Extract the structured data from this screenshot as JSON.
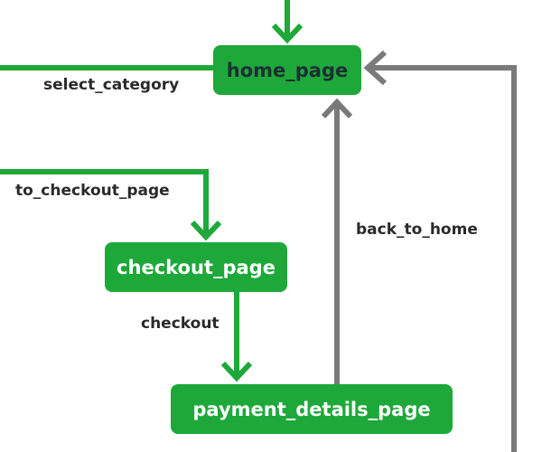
{
  "diagram": {
    "nodes": {
      "home": "home_page",
      "checkout": "checkout_page",
      "payment": "payment_details_page"
    },
    "edges": {
      "select_category": "select_category",
      "to_checkout_page": "to_checkout_page",
      "checkout": "checkout",
      "back_to_home": "back_to_home"
    },
    "colors": {
      "node_fill": "#1ea83a",
      "forward_edge": "#1ea83a",
      "back_edge": "#7a7a7a",
      "home_label_text": "#1c2f33",
      "node_label_text": "#ffffff",
      "edge_label_text": "#2a2a2a"
    }
  }
}
